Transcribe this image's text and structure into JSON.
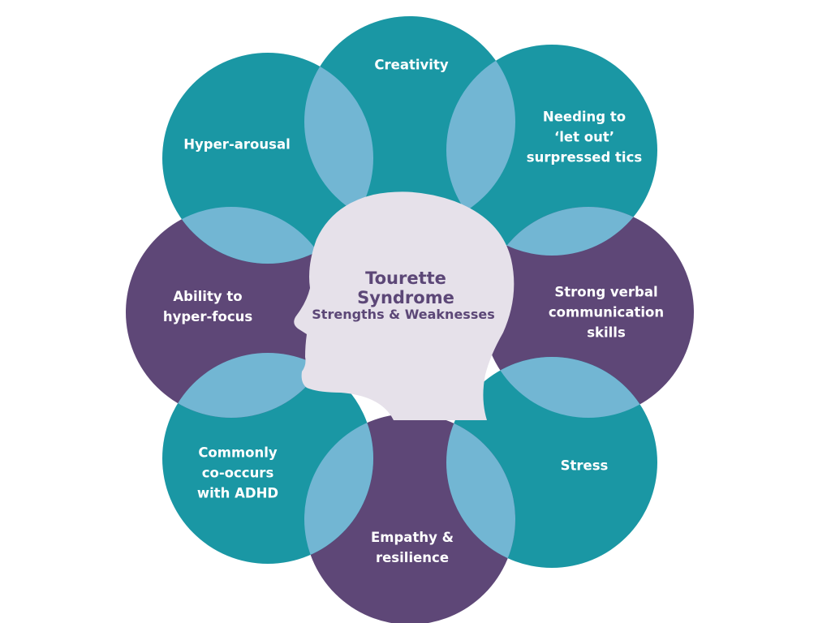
{
  "diagram": {
    "center": {
      "title_line1": "Tourette",
      "title_line2": "Syndrome",
      "subtitle": "Strengths & Weaknesses"
    },
    "petals": [
      {
        "id": "creativity",
        "lines": [
          "Creativity"
        ],
        "fill": "teal"
      },
      {
        "id": "tics",
        "lines": [
          "Needing to",
          "‘let out’",
          "surpressed tics"
        ],
        "fill": "teal"
      },
      {
        "id": "verbal",
        "lines": [
          "Strong verbal",
          "communication",
          "skills"
        ],
        "fill": "purple"
      },
      {
        "id": "stress",
        "lines": [
          "Stress"
        ],
        "fill": "teal"
      },
      {
        "id": "empathy",
        "lines": [
          "Empathy &",
          "resilience"
        ],
        "fill": "purple"
      },
      {
        "id": "adhd",
        "lines": [
          "Commonly",
          "co-occurs",
          "with ADHD"
        ],
        "fill": "teal"
      },
      {
        "id": "hyperfocus",
        "lines": [
          "Ability to",
          "hyper-focus"
        ],
        "fill": "purple"
      },
      {
        "id": "hyperarousal",
        "lines": [
          "Hyper-arousal"
        ],
        "fill": "teal"
      }
    ],
    "colors": {
      "purple": "#5e4777",
      "teal": "#1a97a4",
      "overlap": "#72b6d3",
      "head": "#e6e1ea",
      "center_text": "#5c4777",
      "label_text": "#ffffff"
    }
  }
}
